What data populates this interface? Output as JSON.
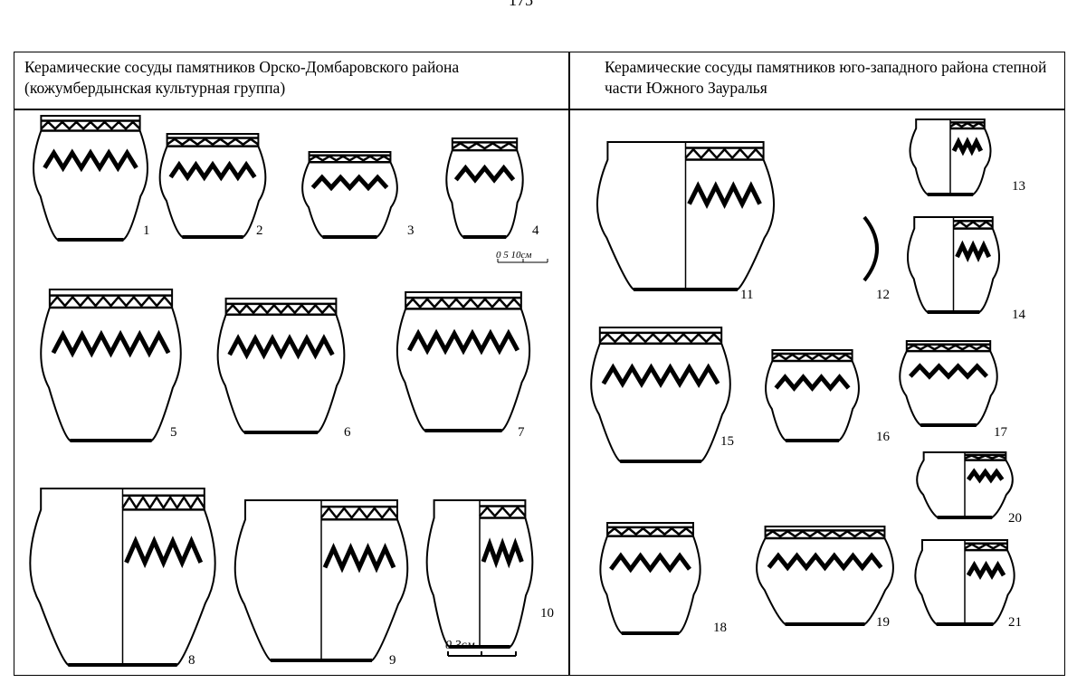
{
  "page_number": "175",
  "header": {
    "left": "Керамические сосуды памятников Орско-Домбаровского района (кожумбердынская культурная группа)",
    "right": "Керамические сосуды памятников юго-западного района степной части Южного Зауралья"
  },
  "figures": [
    {
      "label": "1"
    },
    {
      "label": "2"
    },
    {
      "label": "3"
    },
    {
      "label": "4"
    },
    {
      "label": "5"
    },
    {
      "label": "6"
    },
    {
      "label": "7"
    },
    {
      "label": "8"
    },
    {
      "label": "9"
    },
    {
      "label": "10"
    },
    {
      "label": "11"
    },
    {
      "label": "12"
    },
    {
      "label": "13"
    },
    {
      "label": "14"
    },
    {
      "label": "15"
    },
    {
      "label": "16"
    },
    {
      "label": "17"
    },
    {
      "label": "20"
    },
    {
      "label": "18"
    },
    {
      "label": "19"
    },
    {
      "label": "21"
    }
  ],
  "scales": {
    "small": "0   5   10см",
    "large": "0      3см"
  }
}
